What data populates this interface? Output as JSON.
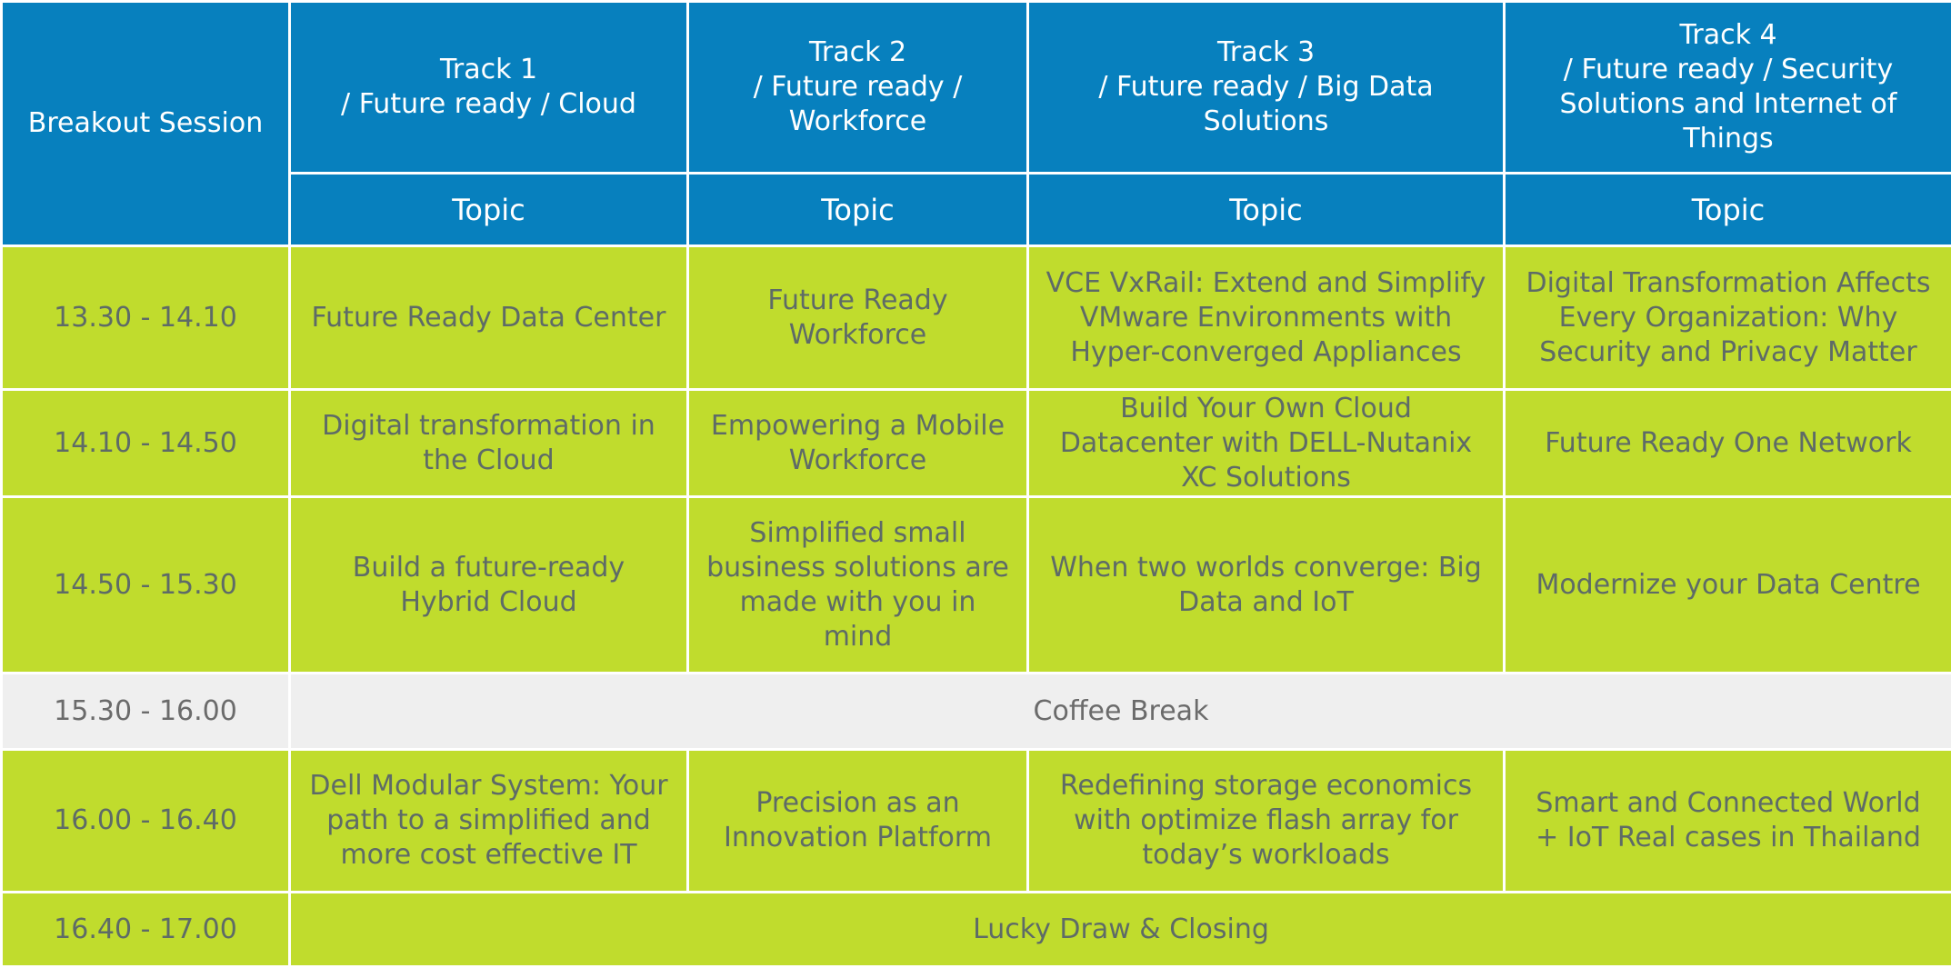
{
  "header": {
    "session_label": "Breakout Session",
    "topic_label": "Topic",
    "tracks": [
      {
        "line1": "Track 1",
        "line2": "/ Future ready / Cloud"
      },
      {
        "line1": "Track 2",
        "line2": "/ Future ready / Workforce"
      },
      {
        "line1": "Track 3",
        "line2": "/ Future ready / Big Data Solutions"
      },
      {
        "line1": "Track 4",
        "line2": "/ Future ready / Security Solutions and Internet of Things"
      }
    ]
  },
  "rows": [
    {
      "time": "13.30 - 14.10",
      "topics": [
        "Future Ready Data Center",
        "Future Ready Workforce",
        "VCE VxRail: Extend and Simplify VMware Environments with Hyper-converged Appliances",
        "Digital Transformation Affects Every Organization: Why Security and Privacy Matter"
      ]
    },
    {
      "time": "14.10 - 14.50",
      "topics": [
        "Digital transformation in the Cloud",
        "Empowering a Mobile Workforce",
        "Build Your Own Cloud Datacenter with DELL-Nutanix XC Solutions",
        "Future Ready One Network"
      ]
    },
    {
      "time": "14.50 - 15.30",
      "topics": [
        "Build a future-ready Hybrid Cloud",
        "Simplified small business solutions are made with you in mind",
        "When two worlds converge: Big Data and IoT",
        "Modernize your Data Centre"
      ]
    },
    {
      "time": "15.30 - 16.00",
      "full": "Coffee Break"
    },
    {
      "time": "16.00 - 16.40",
      "topics": [
        "Dell Modular System: Your path to a simplified and more cost effective IT",
        "Precision as an Innovation Platform",
        "Redefining storage economics with optimize flash array for today’s workloads",
        "Smart and Connected World + IoT Real cases in Thailand"
      ]
    },
    {
      "time": "16.40 - 17.00",
      "full": "Lucky Draw & Closing"
    }
  ],
  "colors": {
    "header_blue": "#0780be",
    "session_green": "#c0dc2d",
    "break_grey": "#efefef",
    "body_text": "#5e6b67"
  }
}
